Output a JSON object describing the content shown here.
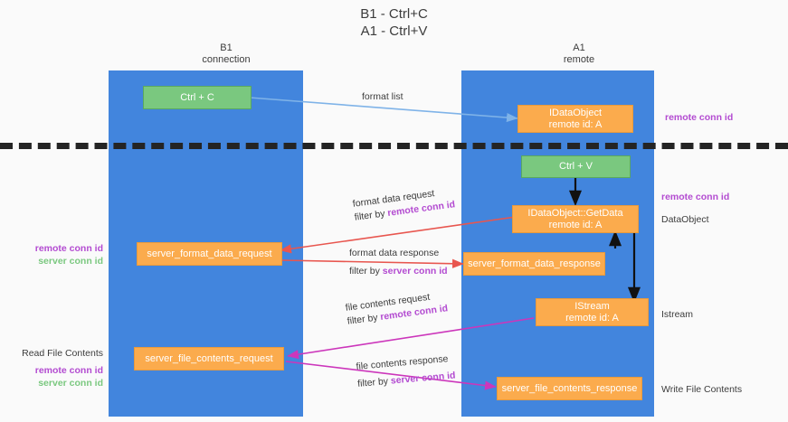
{
  "diagram": {
    "title": "B1 - Ctrl+C\nA1 - Ctrl+V",
    "columns": [
      {
        "id": "b1",
        "label": "B1\nconnection"
      },
      {
        "id": "a1",
        "label": "A1\nremote"
      }
    ],
    "nodes": [
      {
        "id": "ctrl-c",
        "label": "Ctrl + C",
        "style": "green"
      },
      {
        "id": "idataobject",
        "label": "IDataObject\nremote id: A",
        "style": "orange"
      },
      {
        "id": "ctrl-v",
        "label": "Ctrl + V",
        "style": "green"
      },
      {
        "id": "idataobject-getdata",
        "label": "IDataObject::GetData\nremote id: A",
        "style": "orange"
      },
      {
        "id": "server-format-data-request",
        "label": "server_format_data_request",
        "style": "orange"
      },
      {
        "id": "server-format-data-response",
        "label": "server_format_data_response",
        "style": "orange"
      },
      {
        "id": "istream",
        "label": "IStream\nremote id: A",
        "style": "orange"
      },
      {
        "id": "server-file-contents-request",
        "label": "server_file_contents_request",
        "style": "orange"
      },
      {
        "id": "server-file-contents-response",
        "label": "server_file_contents_response",
        "style": "orange"
      }
    ],
    "edge_labels": [
      {
        "id": "format-list",
        "line1_plain": "format list",
        "line2_plain": "",
        "line2_hl": ""
      },
      {
        "id": "format-data-request",
        "line1_plain": "format data request",
        "line2_plain": "filter by ",
        "line2_hl": "remote conn id"
      },
      {
        "id": "format-data-response",
        "line1_plain": "format data response",
        "line2_plain": "filter by ",
        "line2_hl": "server conn id"
      },
      {
        "id": "file-contents-request",
        "line1_plain": "file contents request",
        "line2_plain": "filter by ",
        "line2_hl": "remote conn id"
      },
      {
        "id": "file-contents-response",
        "line1_plain": "file contents response",
        "line2_plain": "filter by ",
        "line2_hl": "server conn id"
      }
    ],
    "annotations": [
      {
        "id": "right-remote-conn-top",
        "text": "remote conn id"
      },
      {
        "id": "right-remote-conn-mid",
        "text": "remote conn id"
      },
      {
        "id": "right-dataobject",
        "text": "DataObject"
      },
      {
        "id": "right-istream",
        "text": "Istream"
      },
      {
        "id": "right-write-file-contents",
        "text": "Write File Contents"
      },
      {
        "id": "left-read-file-contents",
        "text": "Read File Contents"
      },
      {
        "id": "left-remote-conn-mid",
        "text": "remote conn id"
      },
      {
        "id": "left-server-conn-mid",
        "text": "server conn id"
      },
      {
        "id": "left-remote-conn-bot",
        "text": "remote conn id"
      },
      {
        "id": "left-server-conn-bot",
        "text": "server conn id"
      }
    ],
    "colors": {
      "lane": "#4285dd",
      "green_node": "#7ac87f",
      "orange_node": "#fbab4d",
      "divider": "#242424",
      "arrow_blue": "#7fb3e8",
      "arrow_black": "#111111",
      "arrow_red": "#e8564f",
      "arrow_magenta": "#cc36bb",
      "highlight_remote": "#b34bd1",
      "highlight_server_text": "#7ac87f",
      "background": "#fafafa"
    }
  }
}
